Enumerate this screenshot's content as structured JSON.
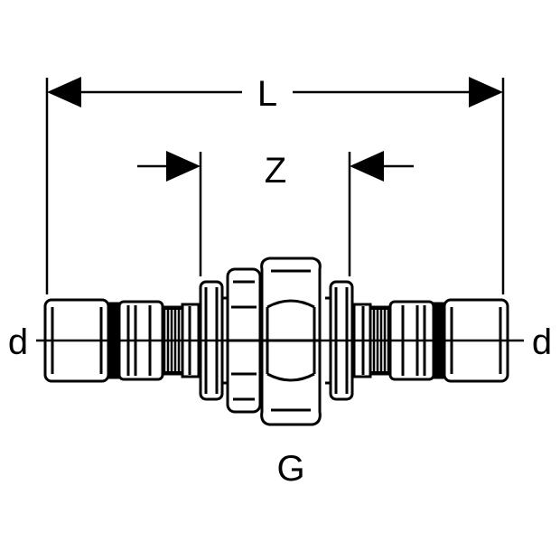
{
  "labels": {
    "overall_length": "L",
    "insertion_gap": "Z",
    "pipe_diameter_left": "d",
    "pipe_diameter_right": "d",
    "thread_size": "G"
  }
}
